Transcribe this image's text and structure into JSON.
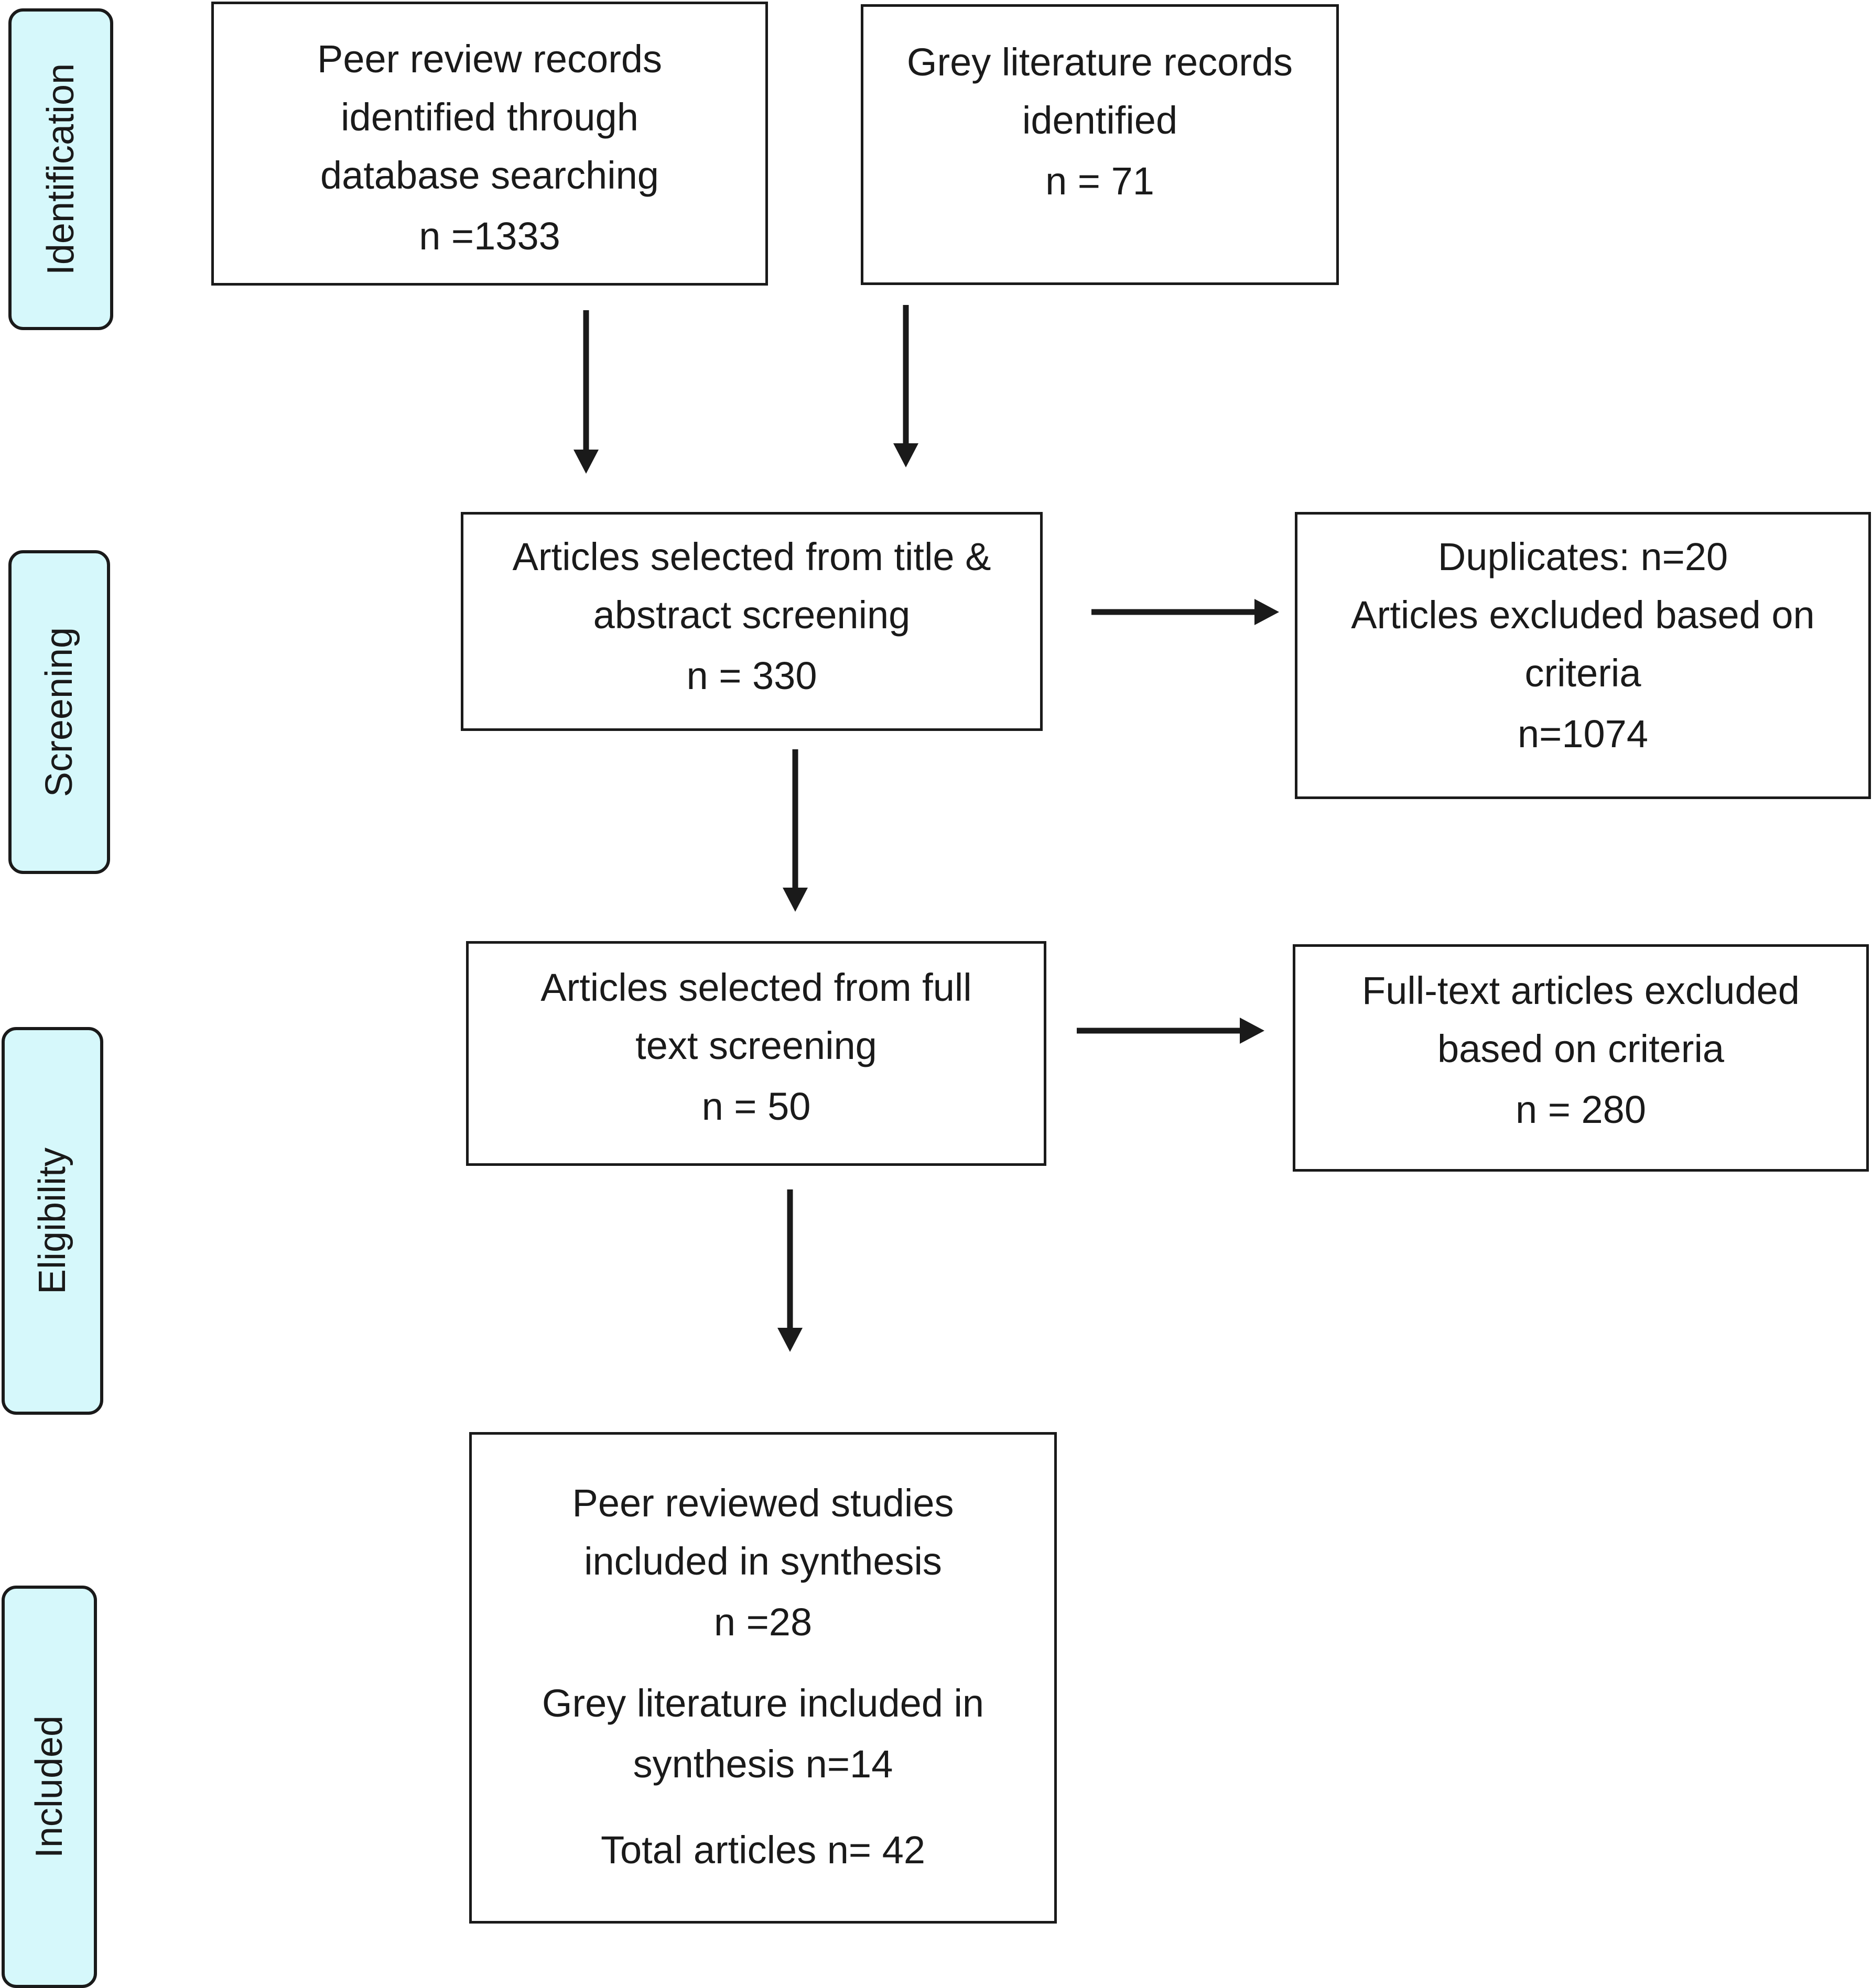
{
  "stages": {
    "identification": "Identification",
    "screening": "Screening",
    "eligibility": "Eligibility",
    "included": "Included"
  },
  "boxes": {
    "peer_review": {
      "lines": [
        "Peer review records",
        "identified through",
        "database searching"
      ],
      "count": "n =1333"
    },
    "grey_literature": {
      "lines": [
        "Grey literature records",
        "identified"
      ],
      "count": "n = 71"
    },
    "title_abstract": {
      "lines": [
        "Articles selected from title &",
        "abstract screening"
      ],
      "count": "n = 330"
    },
    "excluded_screening": {
      "lines": [
        "Duplicates: n=20",
        "Articles excluded based on",
        "criteria"
      ],
      "count": "n=1074"
    },
    "full_text": {
      "lines": [
        "Articles selected from full",
        "text screening"
      ],
      "count": "n = 50"
    },
    "excluded_full_text": {
      "lines": [
        "Full-text articles excluded",
        "based on criteria"
      ],
      "count": "n = 280"
    },
    "included": {
      "peer_lines": [
        "Peer reviewed studies",
        "included in synthesis"
      ],
      "peer_count": "n =28",
      "grey_lines": [
        "Grey literature included in",
        "synthesis n=14"
      ],
      "total": "Total articles n= 42"
    }
  },
  "colors": {
    "stage_fill": "#d6f8fb",
    "stroke": "#1a1a1a"
  }
}
